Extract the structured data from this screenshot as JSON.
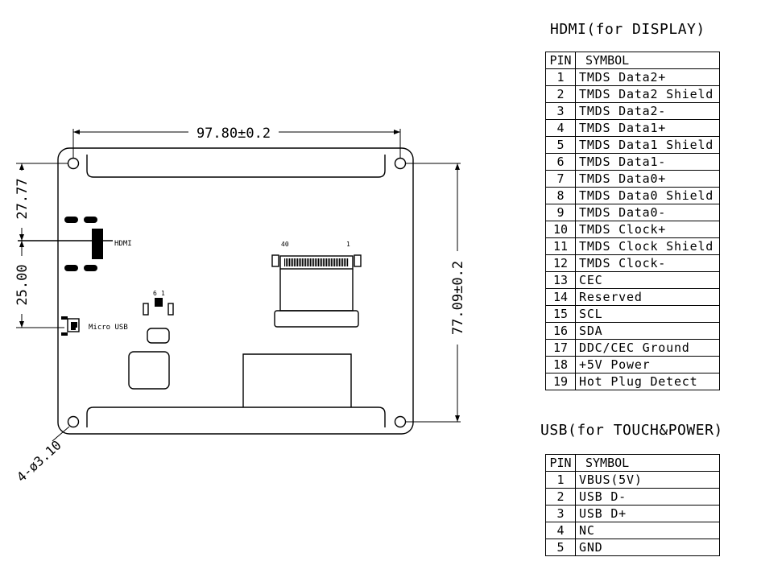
{
  "drawing": {
    "dim_width": "97.80±0.2",
    "dim_height": "77.09±0.2",
    "dim_top_offset": "27.77",
    "dim_mid_offset": "25.00",
    "dim_hole": "4-ø3.10",
    "label_hdmi": "HDMI",
    "label_micro_usb": "Micro USB",
    "fpc_pin_left": "40",
    "fpc_pin_right": "1",
    "conn_pin_left": "6",
    "conn_pin_right": "1"
  },
  "hdmi": {
    "title": "HDMI(for DISPLAY)",
    "header_pin": "PIN",
    "header_symbol": "SYMBOL",
    "rows": [
      {
        "pin": "1",
        "symbol": "TMDS Data2+"
      },
      {
        "pin": "2",
        "symbol": "TMDS Data2 Shield"
      },
      {
        "pin": "3",
        "symbol": "TMDS Data2-"
      },
      {
        "pin": "4",
        "symbol": "TMDS Data1+"
      },
      {
        "pin": "5",
        "symbol": "TMDS Data1 Shield"
      },
      {
        "pin": "6",
        "symbol": "TMDS Data1-"
      },
      {
        "pin": "7",
        "symbol": "TMDS Data0+"
      },
      {
        "pin": "8",
        "symbol": "TMDS Data0 Shield"
      },
      {
        "pin": "9",
        "symbol": "TMDS Data0-"
      },
      {
        "pin": "10",
        "symbol": "TMDS Clock+"
      },
      {
        "pin": "11",
        "symbol": "TMDS Clock Shield"
      },
      {
        "pin": "12",
        "symbol": "TMDS Clock-"
      },
      {
        "pin": "13",
        "symbol": "CEC"
      },
      {
        "pin": "14",
        "symbol": "Reserved"
      },
      {
        "pin": "15",
        "symbol": "SCL"
      },
      {
        "pin": "16",
        "symbol": "SDA"
      },
      {
        "pin": "17",
        "symbol": "DDC/CEC Ground"
      },
      {
        "pin": "18",
        "symbol": "+5V Power"
      },
      {
        "pin": "19",
        "symbol": "Hot Plug Detect"
      }
    ]
  },
  "usb": {
    "title": "USB(for TOUCH&POWER)",
    "header_pin": "PIN",
    "header_symbol": "SYMBOL",
    "rows": [
      {
        "pin": "1",
        "symbol": "VBUS(5V)"
      },
      {
        "pin": "2",
        "symbol": "USB D-"
      },
      {
        "pin": "3",
        "symbol": "USB D+"
      },
      {
        "pin": "4",
        "symbol": "NC"
      },
      {
        "pin": "5",
        "symbol": "GND"
      }
    ]
  }
}
